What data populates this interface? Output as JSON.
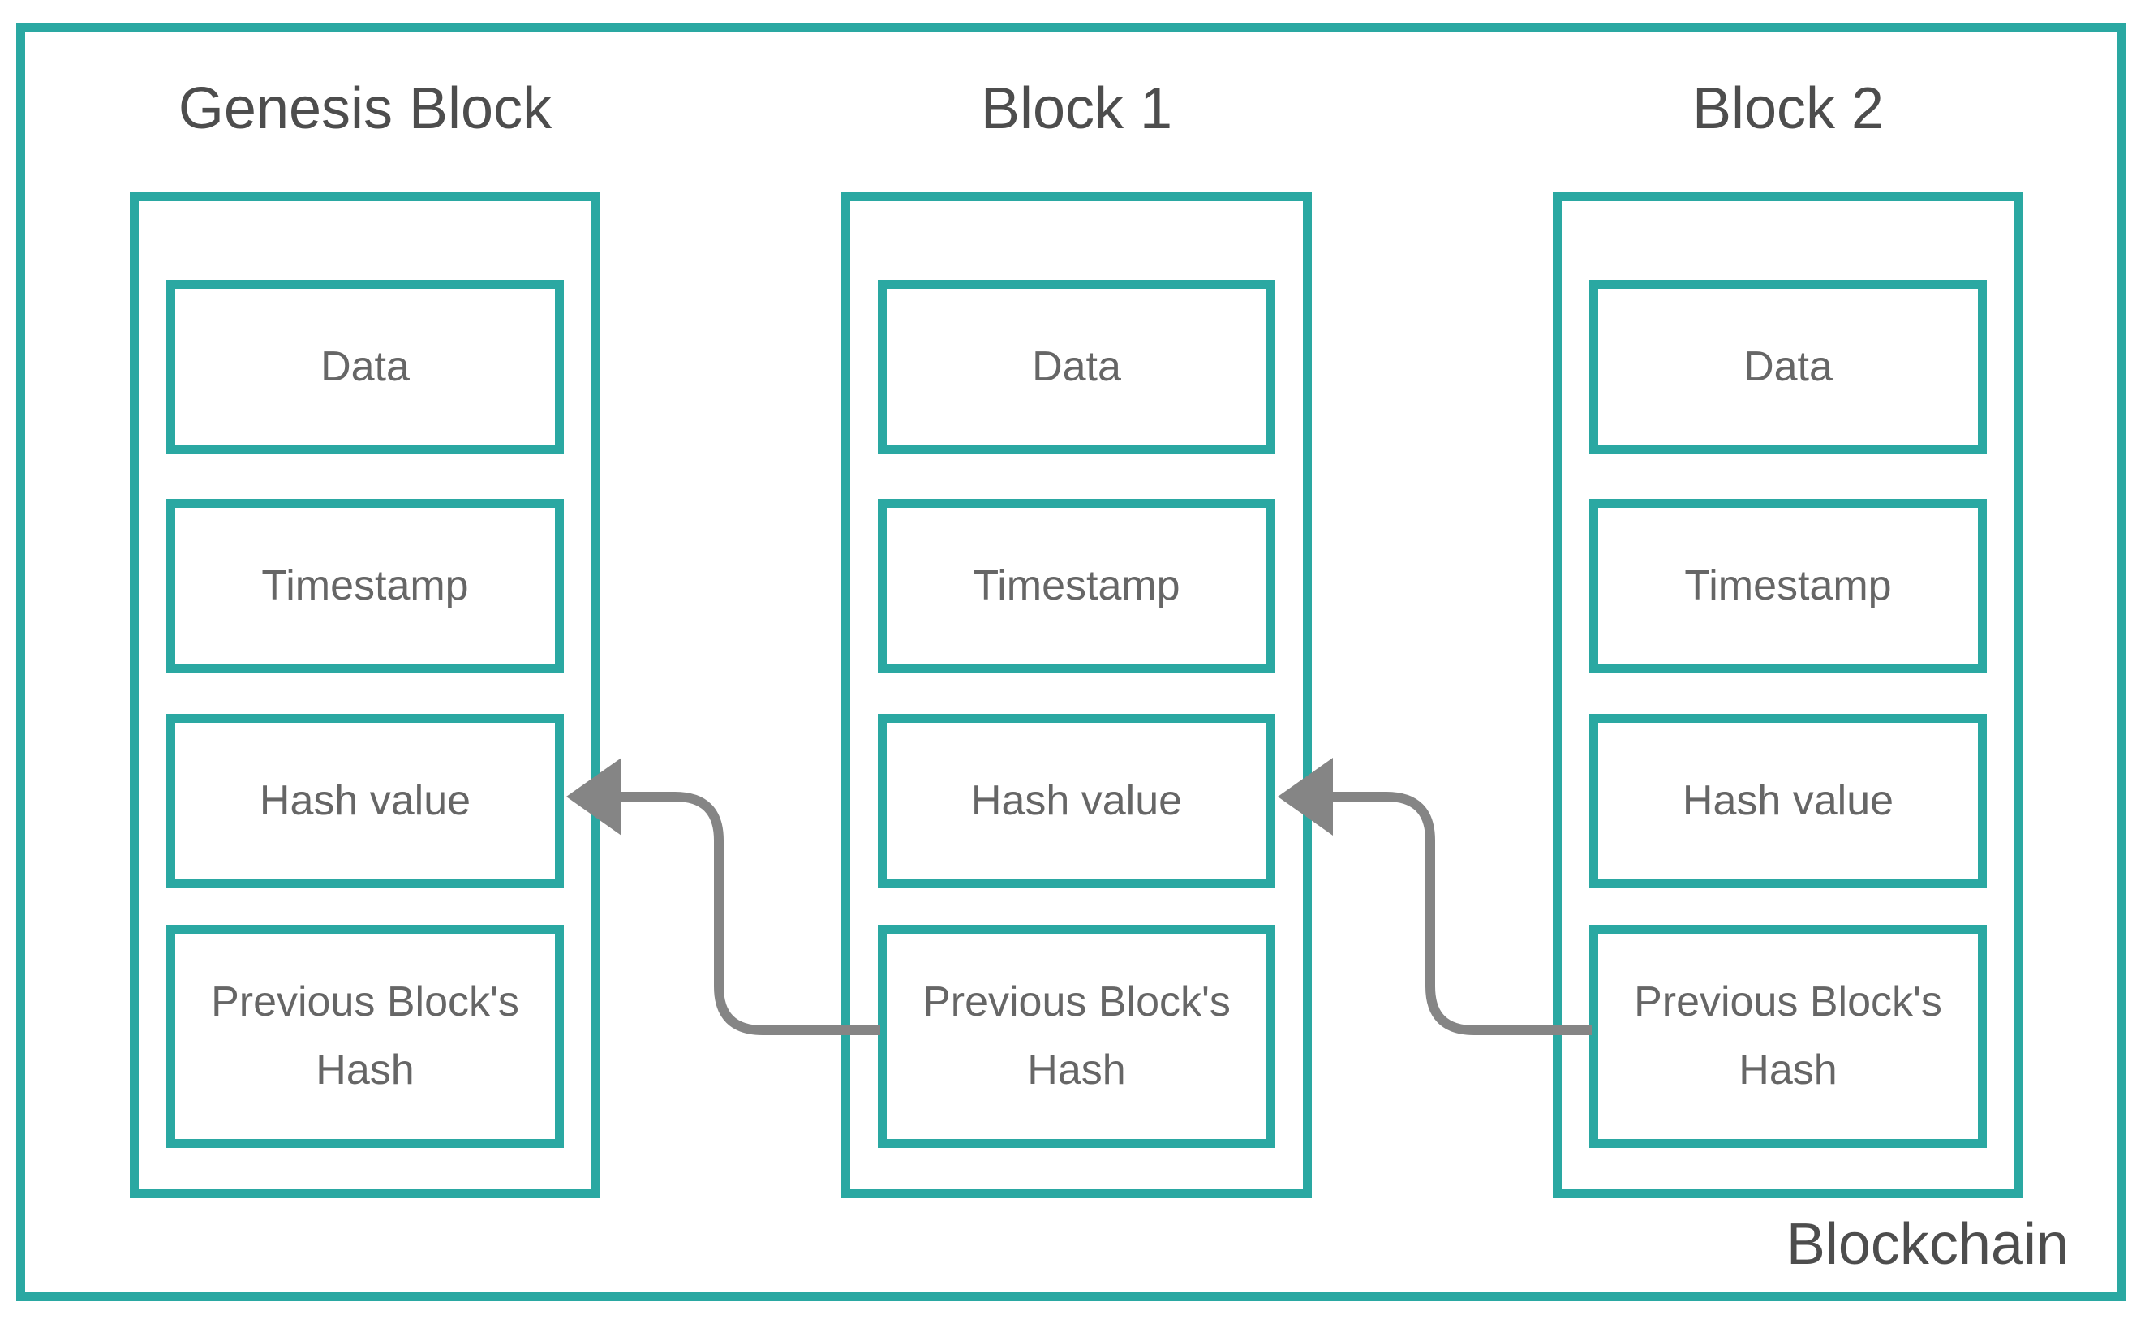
{
  "diagram": {
    "container_label": "Blockchain",
    "blocks": [
      {
        "title": "Genesis Block",
        "fields": [
          "Data",
          "Timestamp",
          "Hash value",
          "Previous Block's Hash"
        ]
      },
      {
        "title": "Block 1",
        "fields": [
          "Data",
          "Timestamp",
          "Hash value",
          "Previous Block's Hash"
        ]
      },
      {
        "title": "Block 2",
        "fields": [
          "Data",
          "Timestamp",
          "Hash value",
          "Previous Block's Hash"
        ]
      }
    ],
    "connections": [
      {
        "from": "Block 1 / Previous Block's Hash",
        "to": "Genesis Block / Hash value"
      },
      {
        "from": "Block 2 / Previous Block's Hash",
        "to": "Block 1 / Hash value"
      }
    ],
    "colors": {
      "frame": "#2aa8a2",
      "arrow": "#858585",
      "title_text": "#4d4d4d",
      "field_text": "#666666"
    }
  }
}
